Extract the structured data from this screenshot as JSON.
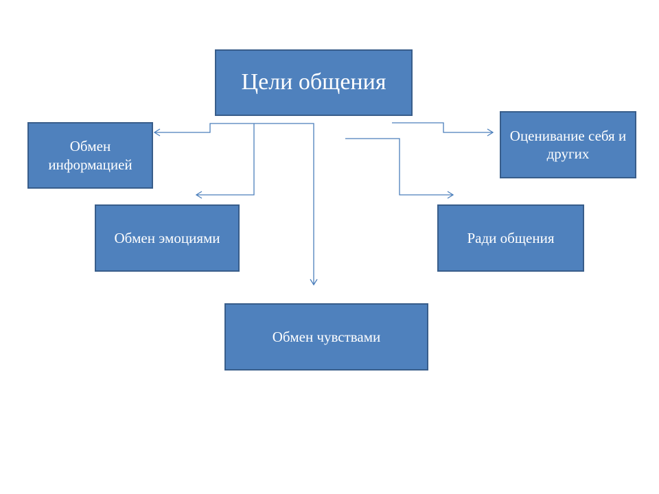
{
  "diagram": {
    "root": "Цели общения",
    "left_branches": [
      "Обмен информацией",
      "Обмен эмоциями"
    ],
    "center_branch": "Обмен чувствами",
    "right_branches": [
      "Оценивание себя и других",
      "Ради общения"
    ],
    "colors": {
      "box_fill": "#4f81bd",
      "box_border": "#385d8a",
      "connector": "#4a7ebb",
      "text": "#ffffff",
      "background": "#ffffff"
    }
  }
}
